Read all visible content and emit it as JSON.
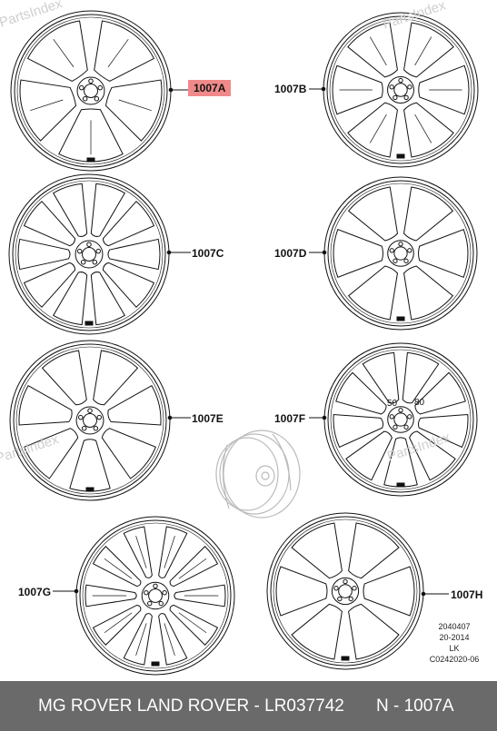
{
  "watermarks": [
    "PartsIndex",
    "PartsIndex",
    "PartsIndex",
    "PartsIndex"
  ],
  "callouts": {
    "a": "1007A",
    "b": "1007B",
    "c": "1007C",
    "d": "1007D",
    "e": "1007E",
    "f": "1007F",
    "g": "1007G",
    "h": "1007H"
  },
  "highlight_color": "#f08a8a",
  "wheel_f_marks": [
    "50",
    "80"
  ],
  "reference_block": [
    "2040407",
    "20-2014",
    "LK",
    "C0242020-06"
  ],
  "footer": {
    "left": "MG ROVER LAND ROVER - LR037742",
    "right": "N - 1007A"
  }
}
